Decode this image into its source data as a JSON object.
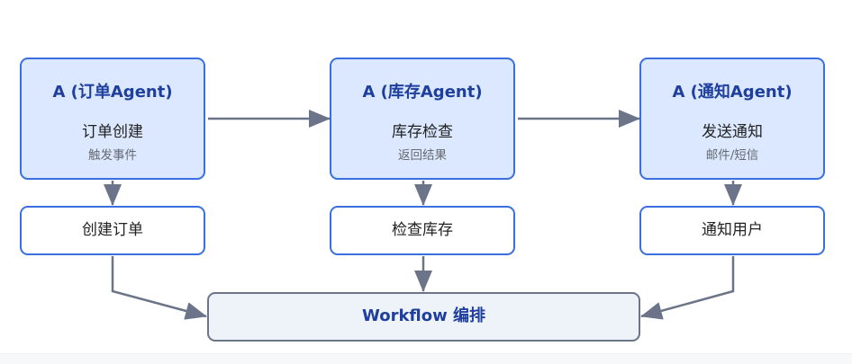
{
  "agents": [
    {
      "title": "A (订单Agent)",
      "action": "订单创建",
      "note": "触发事件"
    },
    {
      "title": "A (库存Agent)",
      "action": "库存检查",
      "note": "返回结果"
    },
    {
      "title": "A (通知Agent)",
      "action": "发送通知",
      "note": "邮件/短信"
    }
  ],
  "steps": [
    "创建订单",
    "检查库存",
    "通知用户"
  ],
  "workflow": {
    "label": "Workflow 编排"
  },
  "colors": {
    "agent_fill": "#dbe8ff",
    "agent_border": "#3a6fe0",
    "title_text": "#1e3f9e",
    "arrow": "#6b7488",
    "workflow_fill": "#eef3fa",
    "workflow_border": "#6b7488"
  }
}
